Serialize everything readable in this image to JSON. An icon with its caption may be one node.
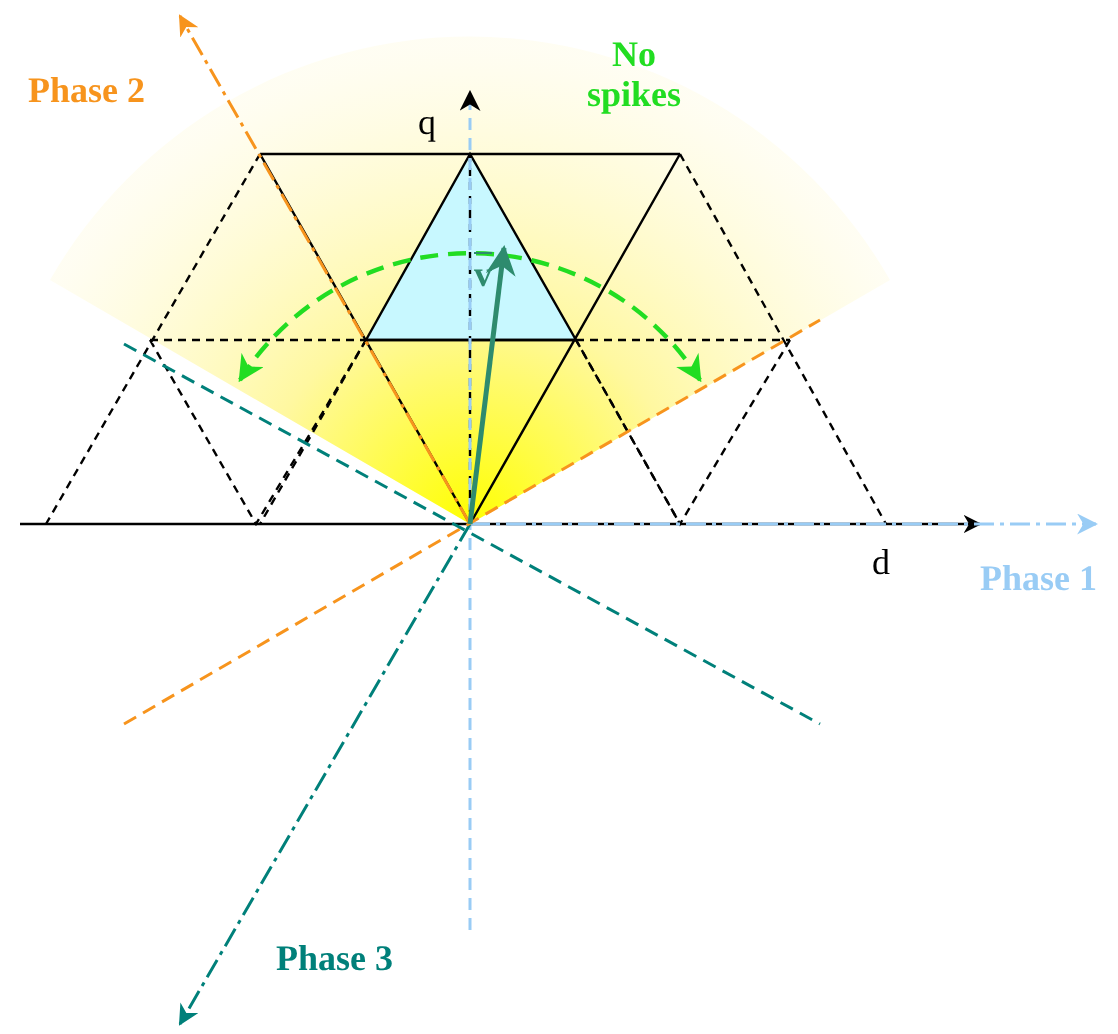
{
  "diagram": {
    "labels": [
      "Phase 2",
      "No spikes",
      "q",
      "v",
      "d",
      "Phase 1",
      "Phase 3"
    ]
  }
}
